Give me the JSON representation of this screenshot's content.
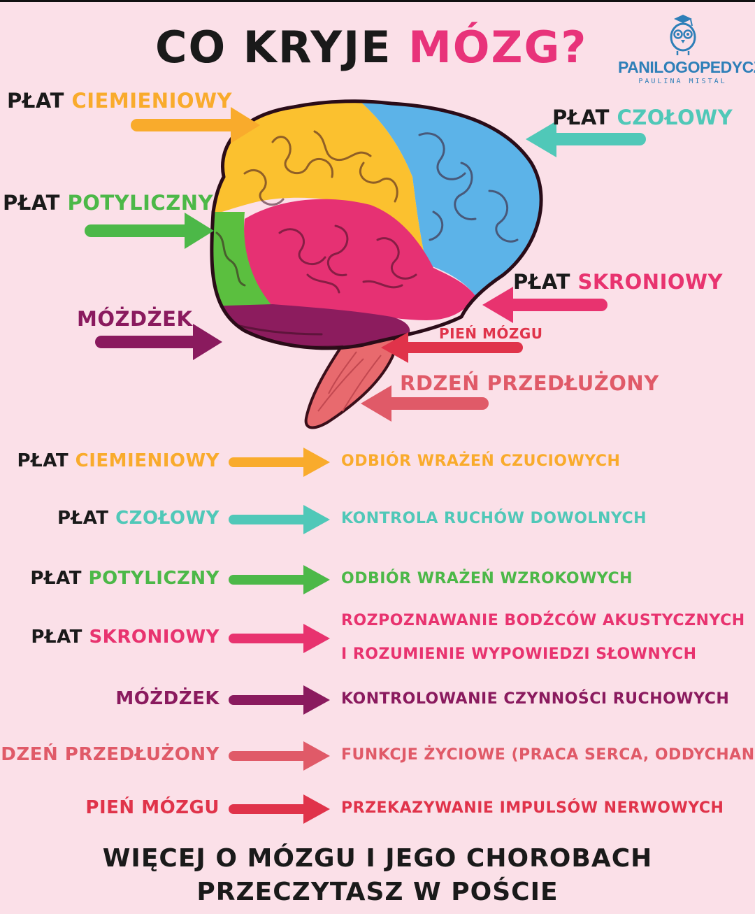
{
  "title": {
    "part1": "CO KRYJE ",
    "part2": "MÓZG?"
  },
  "logo": {
    "name": "PANILOGOPEDYCZNA",
    "subtitle": "PAULINA MISTAL"
  },
  "colors": {
    "background": "#fbe0e8",
    "parietal": "#f9ab2c",
    "frontal": "#50c8b8",
    "occipital": "#4cb848",
    "temporal": "#e8336f",
    "cerebellum": "#8a1a5e",
    "brainstem": "#e0334a",
    "medulla": "#e05a68"
  },
  "diagram_labels": {
    "parietal": {
      "prefix": "PŁAT ",
      "name": "CIEMIENIOWY"
    },
    "frontal": {
      "prefix": "PŁAT ",
      "name": "CZOŁOWY"
    },
    "occipital": {
      "prefix": "PŁAT ",
      "name": "POTYLICZNY"
    },
    "temporal": {
      "prefix": "PŁAT ",
      "name": "SKRONIOWY"
    },
    "cerebellum": {
      "name": "MÓŻDŻEK"
    },
    "brainstem": {
      "name": "PIEŃ MÓZGU"
    },
    "medulla": {
      "name": "RDZEŃ PRZEDŁUŻONY"
    }
  },
  "functions": [
    {
      "prefix": "PŁAT ",
      "name": "CIEMIENIOWY",
      "desc": [
        "ODBIÓR WRAŻEŃ CZUCIOWYCH"
      ],
      "color": "#f9ab2c"
    },
    {
      "prefix": "PŁAT ",
      "name": "CZOŁOWY",
      "desc": [
        "KONTROLA RUCHÓW DOWOLNYCH"
      ],
      "color": "#50c8b8"
    },
    {
      "prefix": "PŁAT ",
      "name": "POTYLICZNY",
      "desc": [
        "ODBIÓR WRAŻEŃ WZROKOWYCH"
      ],
      "color": "#4cb848"
    },
    {
      "prefix": "PŁAT ",
      "name": "SKRONIOWY",
      "desc": [
        "ROZPOZNAWANIE BODŹCÓW AKUSTYCZNYCH",
        "I ROZUMIENIE WYPOWIEDZI SŁOWNYCH"
      ],
      "color": "#e8336f"
    },
    {
      "prefix": "",
      "name": "MÓŻDŻEK",
      "desc": [
        "KONTROLOWANIE CZYNNOŚCI RUCHOWYCH"
      ],
      "color": "#8a1a5e"
    },
    {
      "prefix": "",
      "name": "RDZEŃ PRZEDŁUŻONY",
      "desc": [
        "FUNKCJE ŻYCIOWE (PRACA SERCA, ODDYCHANIE)"
      ],
      "color": "#e05a68"
    },
    {
      "prefix": "",
      "name": "PIEŃ MÓZGU",
      "desc": [
        "PRZEKAZYWANIE IMPULSÓW NERWOWYCH"
      ],
      "color": "#e0334a"
    }
  ],
  "footer": {
    "line1": "WIĘCEJ O MÓZGU I JEGO CHOROBACH",
    "line2": "PRZECZYTASZ W POŚCIE"
  }
}
